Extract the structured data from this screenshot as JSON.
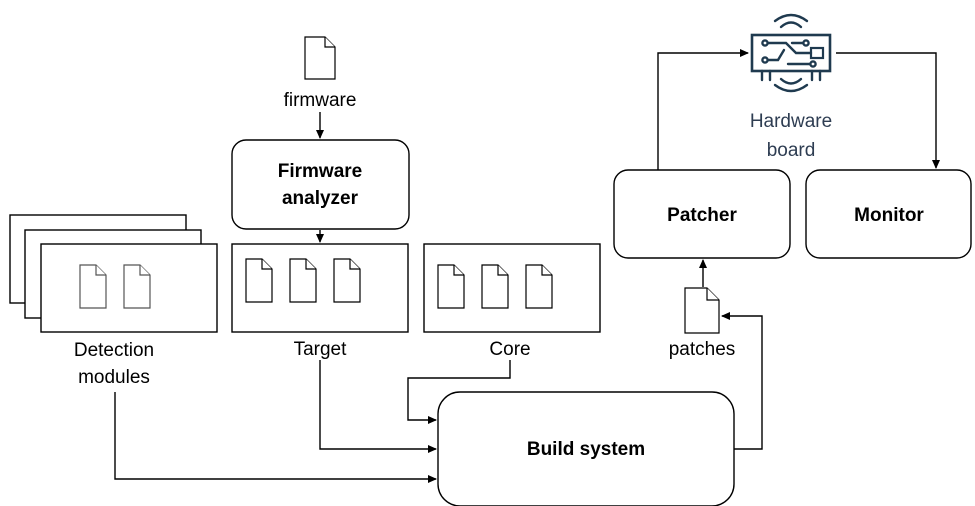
{
  "nodes": {
    "firmware_doc": {
      "label": "firmware"
    },
    "firmware_analyzer": {
      "label_line1": "Firmware",
      "label_line2": "analyzer"
    },
    "detection_modules": {
      "label_line1": "Detection",
      "label_line2": "modules"
    },
    "target": {
      "label": "Target"
    },
    "core": {
      "label": "Core"
    },
    "build_system": {
      "label": "Build system"
    },
    "patches_doc": {
      "label": "patches"
    },
    "patcher": {
      "label": "Patcher"
    },
    "monitor": {
      "label": "Monitor"
    },
    "hardware_board": {
      "label_line1": "Hardware",
      "label_line2": "board",
      "icon": "circuit-board-icon"
    }
  },
  "edges": [
    {
      "from": "firmware_doc",
      "to": "firmware_analyzer"
    },
    {
      "from": "firmware_analyzer",
      "to": "target"
    },
    {
      "from": "detection_modules",
      "to": "build_system"
    },
    {
      "from": "target",
      "to": "build_system"
    },
    {
      "from": "core",
      "to": "build_system"
    },
    {
      "from": "build_system",
      "to": "patches_doc"
    },
    {
      "from": "patches_doc",
      "to": "patcher"
    },
    {
      "from": "patcher",
      "to": "hardware_board"
    },
    {
      "from": "hardware_board",
      "to": "monitor"
    }
  ],
  "colors": {
    "stroke": "#000000",
    "hardware_label": "#2e3d52",
    "icon": "#1f3a4f"
  }
}
